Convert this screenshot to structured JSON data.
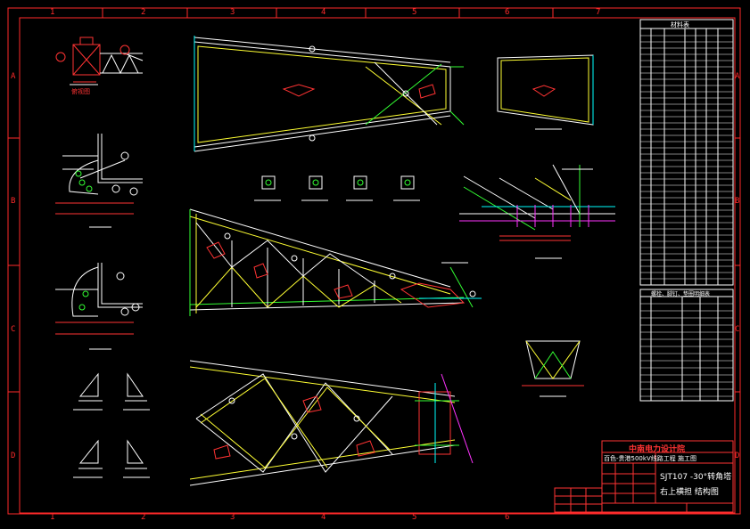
{
  "sheet": {
    "width": 841,
    "height": 594,
    "background": "#000000",
    "frame_color": "#ff2a2a",
    "line_colors": {
      "main": "#ffffff",
      "yellow": "#ffff33",
      "green": "#33ff33",
      "cyan": "#00ffff",
      "magenta": "#ff33ff",
      "red": "#ff3333"
    }
  },
  "zones": {
    "columns": [
      "1",
      "2",
      "3",
      "4",
      "5",
      "6",
      "7"
    ],
    "rows": [
      "A",
      "B",
      "C",
      "D"
    ]
  },
  "title_block": {
    "company": "中南电力设计院",
    "project": "百色-贵港500kV线路工程",
    "stage": "施工图",
    "drawing_title_1": "SJT107 -30°转角塔",
    "drawing_title_2": "右上横担  结构图"
  },
  "tables": {
    "parts_list_title": "材料表",
    "bolt_table_title": "螺栓、脚钉、垫圈明细表"
  },
  "views": {
    "plan_label": "俯视图"
  }
}
